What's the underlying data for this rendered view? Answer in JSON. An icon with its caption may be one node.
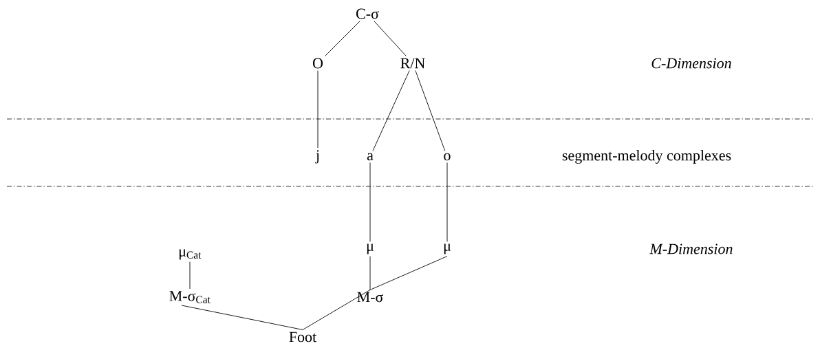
{
  "diagram": {
    "nodes": [
      {
        "text": [
          "C-σ"
        ]
      },
      {
        "text": [
          "O"
        ]
      },
      {
        "text": [
          "R/N"
        ]
      },
      {
        "text": [
          "j"
        ]
      },
      {
        "text": [
          "a"
        ]
      },
      {
        "text": [
          "o"
        ]
      },
      {
        "text": [
          "μ$_{Cat}$"
        ]
      },
      {
        "text": [
          "μ"
        ]
      },
      {
        "text": [
          "μ"
        ]
      },
      {
        "text": [
          "M-σ$_{Cat}$"
        ]
      },
      {
        "text": [
          "M-σ"
        ]
      },
      {
        "text": [
          "Foot"
        ]
      }
    ],
    "edges": [
      {
        "from": 0,
        "to": 1,
        "arrow": "none"
      },
      {
        "from": 0,
        "to": 2,
        "arrow": "none"
      },
      {
        "from": 1,
        "to": 3,
        "arrow": "none"
      },
      {
        "from": 2,
        "to": 4,
        "arrow": "none"
      },
      {
        "from": 2,
        "to": 5,
        "arrow": "none"
      },
      {
        "from": 4,
        "to": 7,
        "arrow": "none"
      },
      {
        "from": 5,
        "to": 8,
        "arrow": "none"
      },
      {
        "from": 6,
        "to": 9,
        "arrow": "none"
      },
      {
        "from": 10,
        "to": 7,
        "arrow": "none"
      },
      {
        "from": 10,
        "to": 8,
        "arrow": "none"
      },
      {
        "from": 9,
        "to": 11,
        "arrow": "none"
      },
      {
        "from": 10,
        "to": 11,
        "arrow": "none"
      }
    ],
    "labels": [
      "C-Dimension",
      "segment-melody complexes",
      "M-Dimension"
    ]
  }
}
